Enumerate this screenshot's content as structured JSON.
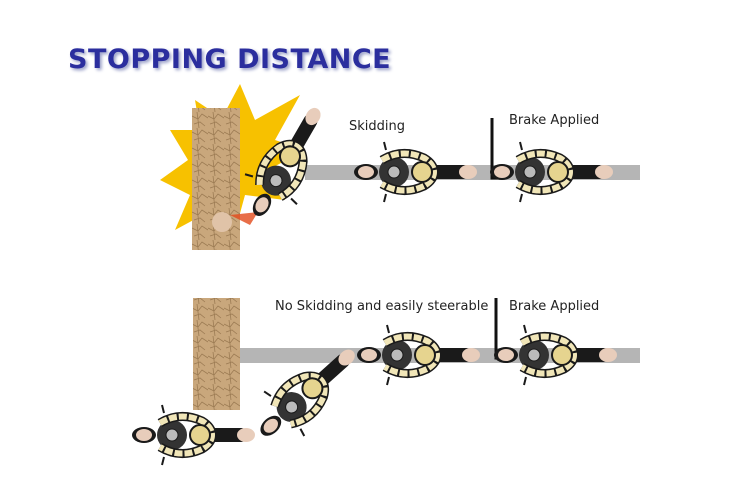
{
  "title": "STOPPING DISTANCE",
  "top_scenario": {
    "skid_label": "Skidding",
    "brake_label": "Brake Applied"
  },
  "bottom_scenario": {
    "skid_label": "No Skidding and easily steerable",
    "brake_label": "Brake Applied"
  },
  "colors": {
    "title": "#2b2e9e",
    "road": "#b5b5b5",
    "wall": "#c9a77c",
    "impact": "#f7c100",
    "bike_body": "#1a1a1a",
    "rider_arms": "#f1e6b8"
  }
}
